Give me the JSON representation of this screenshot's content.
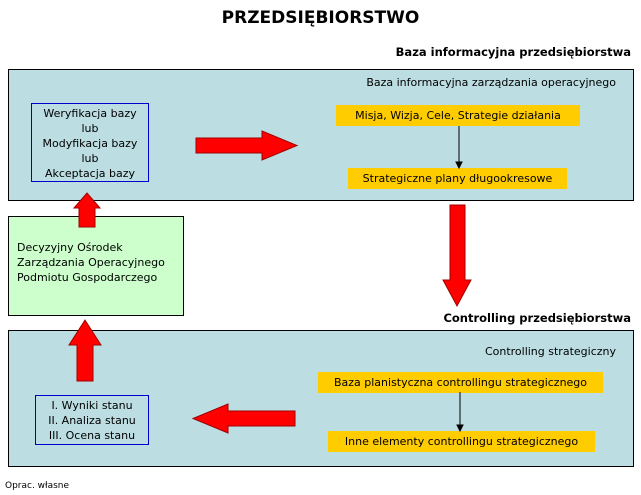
{
  "title": "PRZEDSIĘBIORSTWO",
  "top_section": {
    "header": "Baza informacyjna przedsiębiorstwa",
    "panel_label": "Baza informacyjna zarządzania operacyjnego",
    "verification_box": [
      "Weryfikacja bazy",
      "lub",
      "Modyfikacja bazy",
      "lub",
      "Akceptacja bazy"
    ],
    "box1": "Misja, Wizja, Cele, Strategie działania",
    "box2": "Strategiczne plany długookresowe"
  },
  "decision_center": [
    "Decyzyjny Ośrodek",
    "Zarządzania Operacyjnego",
    "Podmiotu Gospodarczego"
  ],
  "bottom_section": {
    "header": "Controlling przedsiębiorstwa",
    "panel_label": "Controlling strategiczny",
    "box1": "Baza planistyczna controllingu strategicznego",
    "box2": "Inne elementy controllingu strategicznego",
    "results_box": [
      "I. Wyniki stanu",
      "II. Analiza stanu",
      "III. Ocena stanu"
    ]
  },
  "source": "Oprac. własne",
  "colors": {
    "panel": "#bcdee2",
    "yellow": "#ffcc00",
    "green": "#ccffcc",
    "arrow": "#ff0000"
  }
}
